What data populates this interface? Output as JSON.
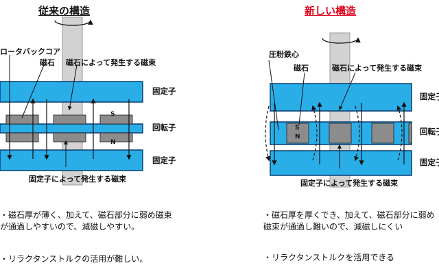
{
  "colors": {
    "plate": "#29aee8",
    "plate_stroke": "#0b3c6e",
    "shaft": "#d2d2d2",
    "magnet": "#8c8c8c",
    "flux_arrow": "#111111",
    "new_title": "#e0001b"
  },
  "left": {
    "title": "従来の構造",
    "core_label": "ロータバックコア",
    "magnet_label": "磁石",
    "magnet_flux_label": "磁石によって発生する磁束",
    "stator_top": "固定子",
    "rotor": "回転子",
    "stator_bottom": "固定子",
    "stator_flux_label": "固定子によって発生する磁束",
    "pole_s": "S",
    "pole_n": "N",
    "notes": [
      "・磁石厚が薄く、加えて、磁石部分に弱め磁束が通過しやすいので、減磁しやすい。",
      "・リラクタンストルクの活用が難しい。"
    ]
  },
  "right": {
    "title": "新しい構造",
    "core_label": "圧粉鉄心",
    "magnet_label": "磁石",
    "magnet_flux_label": "磁石によって発生する磁束",
    "stator_top": "固定子",
    "rotor": "回転子",
    "stator_bottom": "固定子",
    "stator_flux_label": "固定子によって発生する磁束",
    "pole_s": "S",
    "pole_n": "N",
    "notes": [
      "・磁石厚を厚くでき、加えて、磁石部分に弱め磁束が通過し難いので、減磁しにくい",
      "・リラクタンストルクを活用できる"
    ]
  }
}
